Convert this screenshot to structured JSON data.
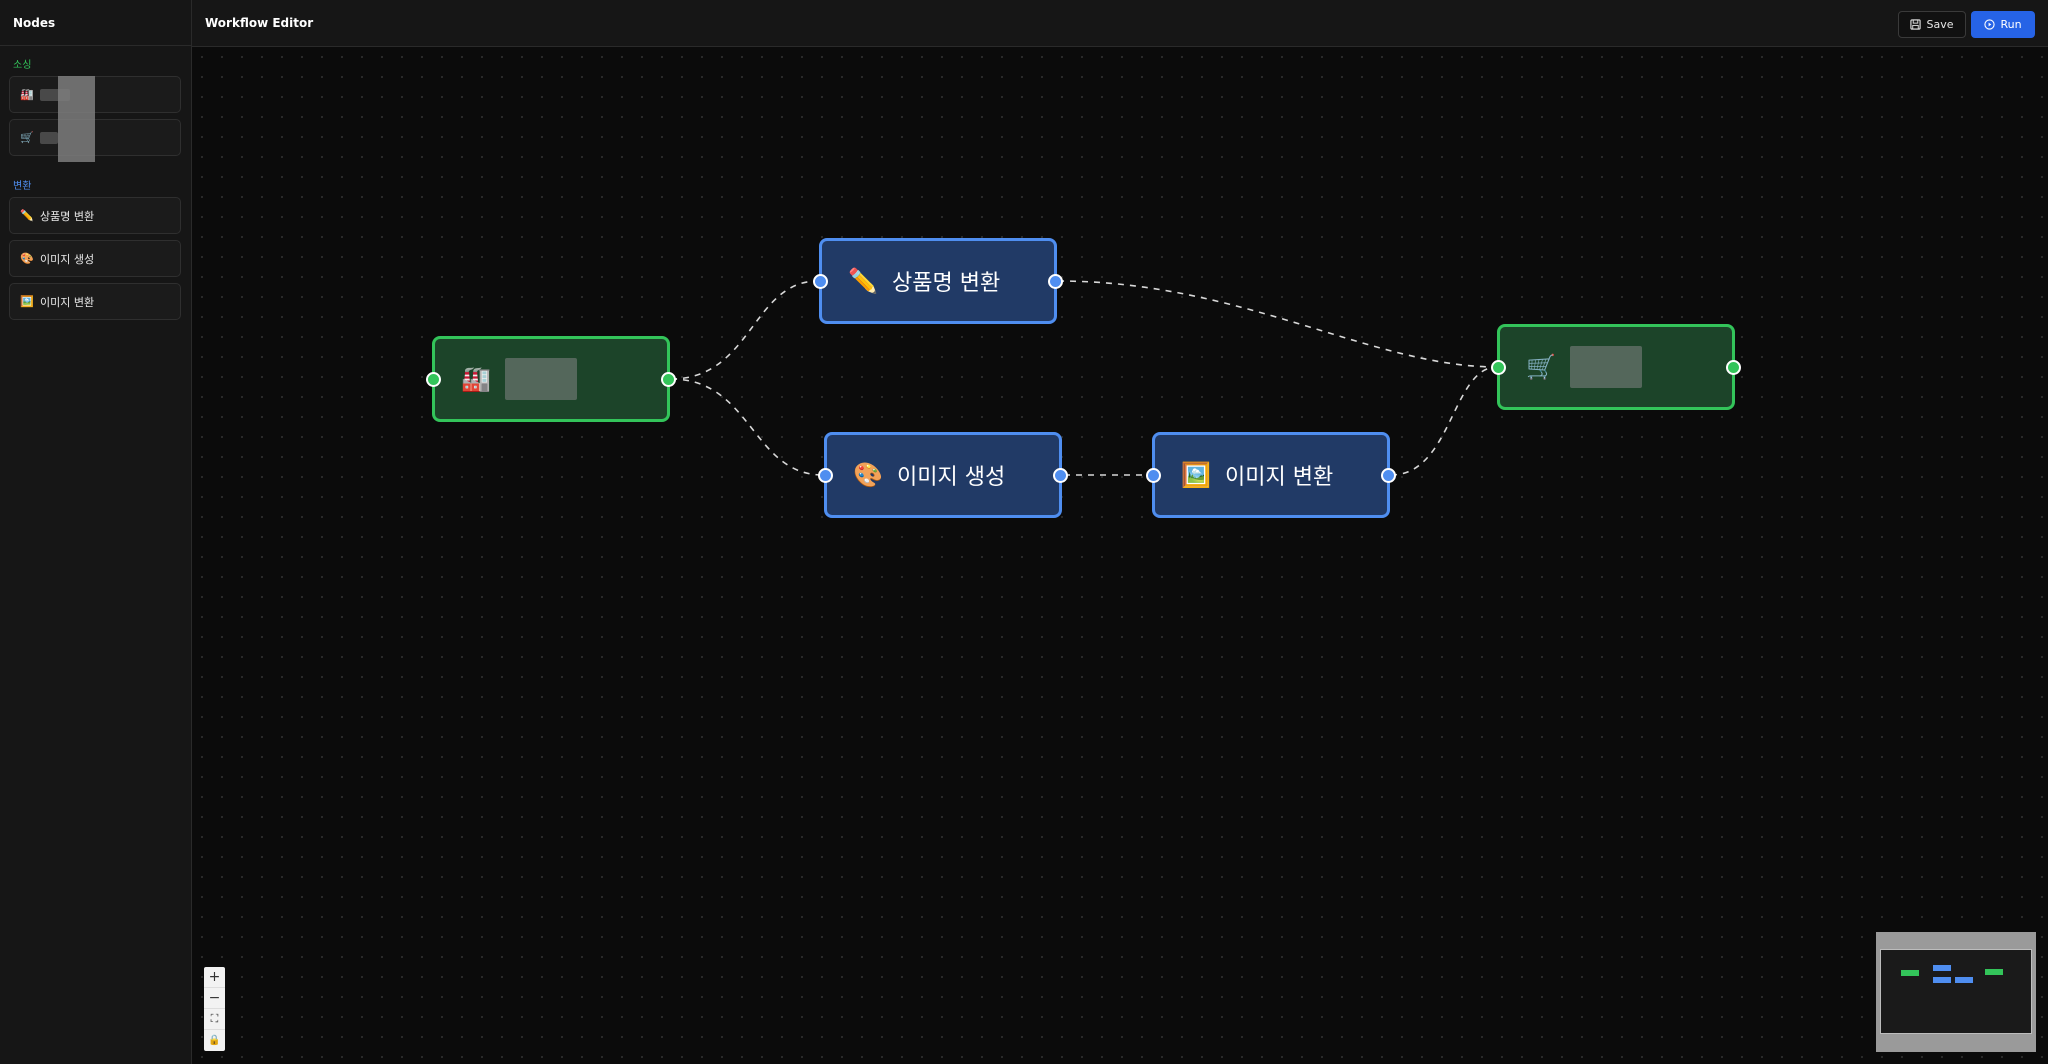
{
  "sidebar": {
    "title": "Nodes",
    "sections": [
      {
        "label": "소싱",
        "color": "#33c45a"
      },
      {
        "label": "변환",
        "color": "#4f8ef0"
      }
    ],
    "items": [
      {
        "label": "",
        "icon": "🏭"
      },
      {
        "label": "",
        "icon": "🛒"
      },
      {
        "label": "상품명 변환",
        "icon": "✏️"
      },
      {
        "label": "이미지 생성",
        "icon": "🎨"
      },
      {
        "label": "이미지 변환",
        "icon": "🖼️"
      }
    ]
  },
  "toolbar": {
    "title": "Workflow Editor",
    "save_label": "Save",
    "run_label": "Run",
    "save_icon": "save-icon",
    "run_icon": "play-circle-icon"
  },
  "canvas": {
    "nodes": [
      {
        "id": "source",
        "label": "",
        "icon": "🏭",
        "kind": "sourcing"
      },
      {
        "id": "rename",
        "label": "상품명 변환",
        "icon": "✏️",
        "kind": "transform"
      },
      {
        "id": "imggen",
        "label": "이미지 생성",
        "icon": "🎨",
        "kind": "transform"
      },
      {
        "id": "imgconv",
        "label": "이미지 변환",
        "icon": "🖼️",
        "kind": "transform"
      },
      {
        "id": "target",
        "label": "",
        "icon": "🛒",
        "kind": "sourcing"
      }
    ],
    "edges": [
      {
        "from": "source",
        "to": "rename"
      },
      {
        "from": "source",
        "to": "imggen"
      },
      {
        "from": "imggen",
        "to": "imgconv"
      },
      {
        "from": "rename",
        "to": "target"
      },
      {
        "from": "imgconv",
        "to": "target"
      }
    ],
    "controls": [
      "+",
      "−",
      "⛶",
      "🔒"
    ],
    "colors": {
      "sourcing": "#33c45a",
      "transform": "#4f8ef0",
      "accent": "#2663e6"
    }
  }
}
